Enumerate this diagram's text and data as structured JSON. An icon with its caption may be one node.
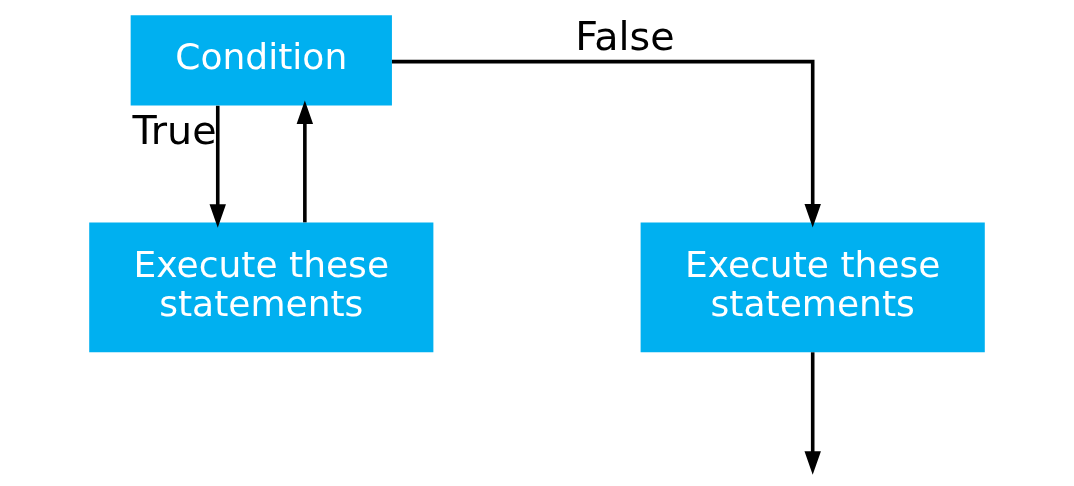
{
  "diagram": {
    "nodes": [
      {
        "text": [
          "Condition"
        ]
      },
      {
        "text": [
          "Execute these statements"
        ]
      },
      {
        "text": [
          "Execute these statements"
        ]
      }
    ],
    "edges": [
      {
        "from": 0,
        "to": 1,
        "arrow": "to",
        "label": "True"
      },
      {
        "from": 0,
        "to": 2,
        "arrow": "to",
        "label": "False"
      },
      {
        "from": 1,
        "to": 0,
        "arrow": "to"
      },
      {
        "from": 2,
        "to": null,
        "arrow": "to"
      }
    ]
  }
}
